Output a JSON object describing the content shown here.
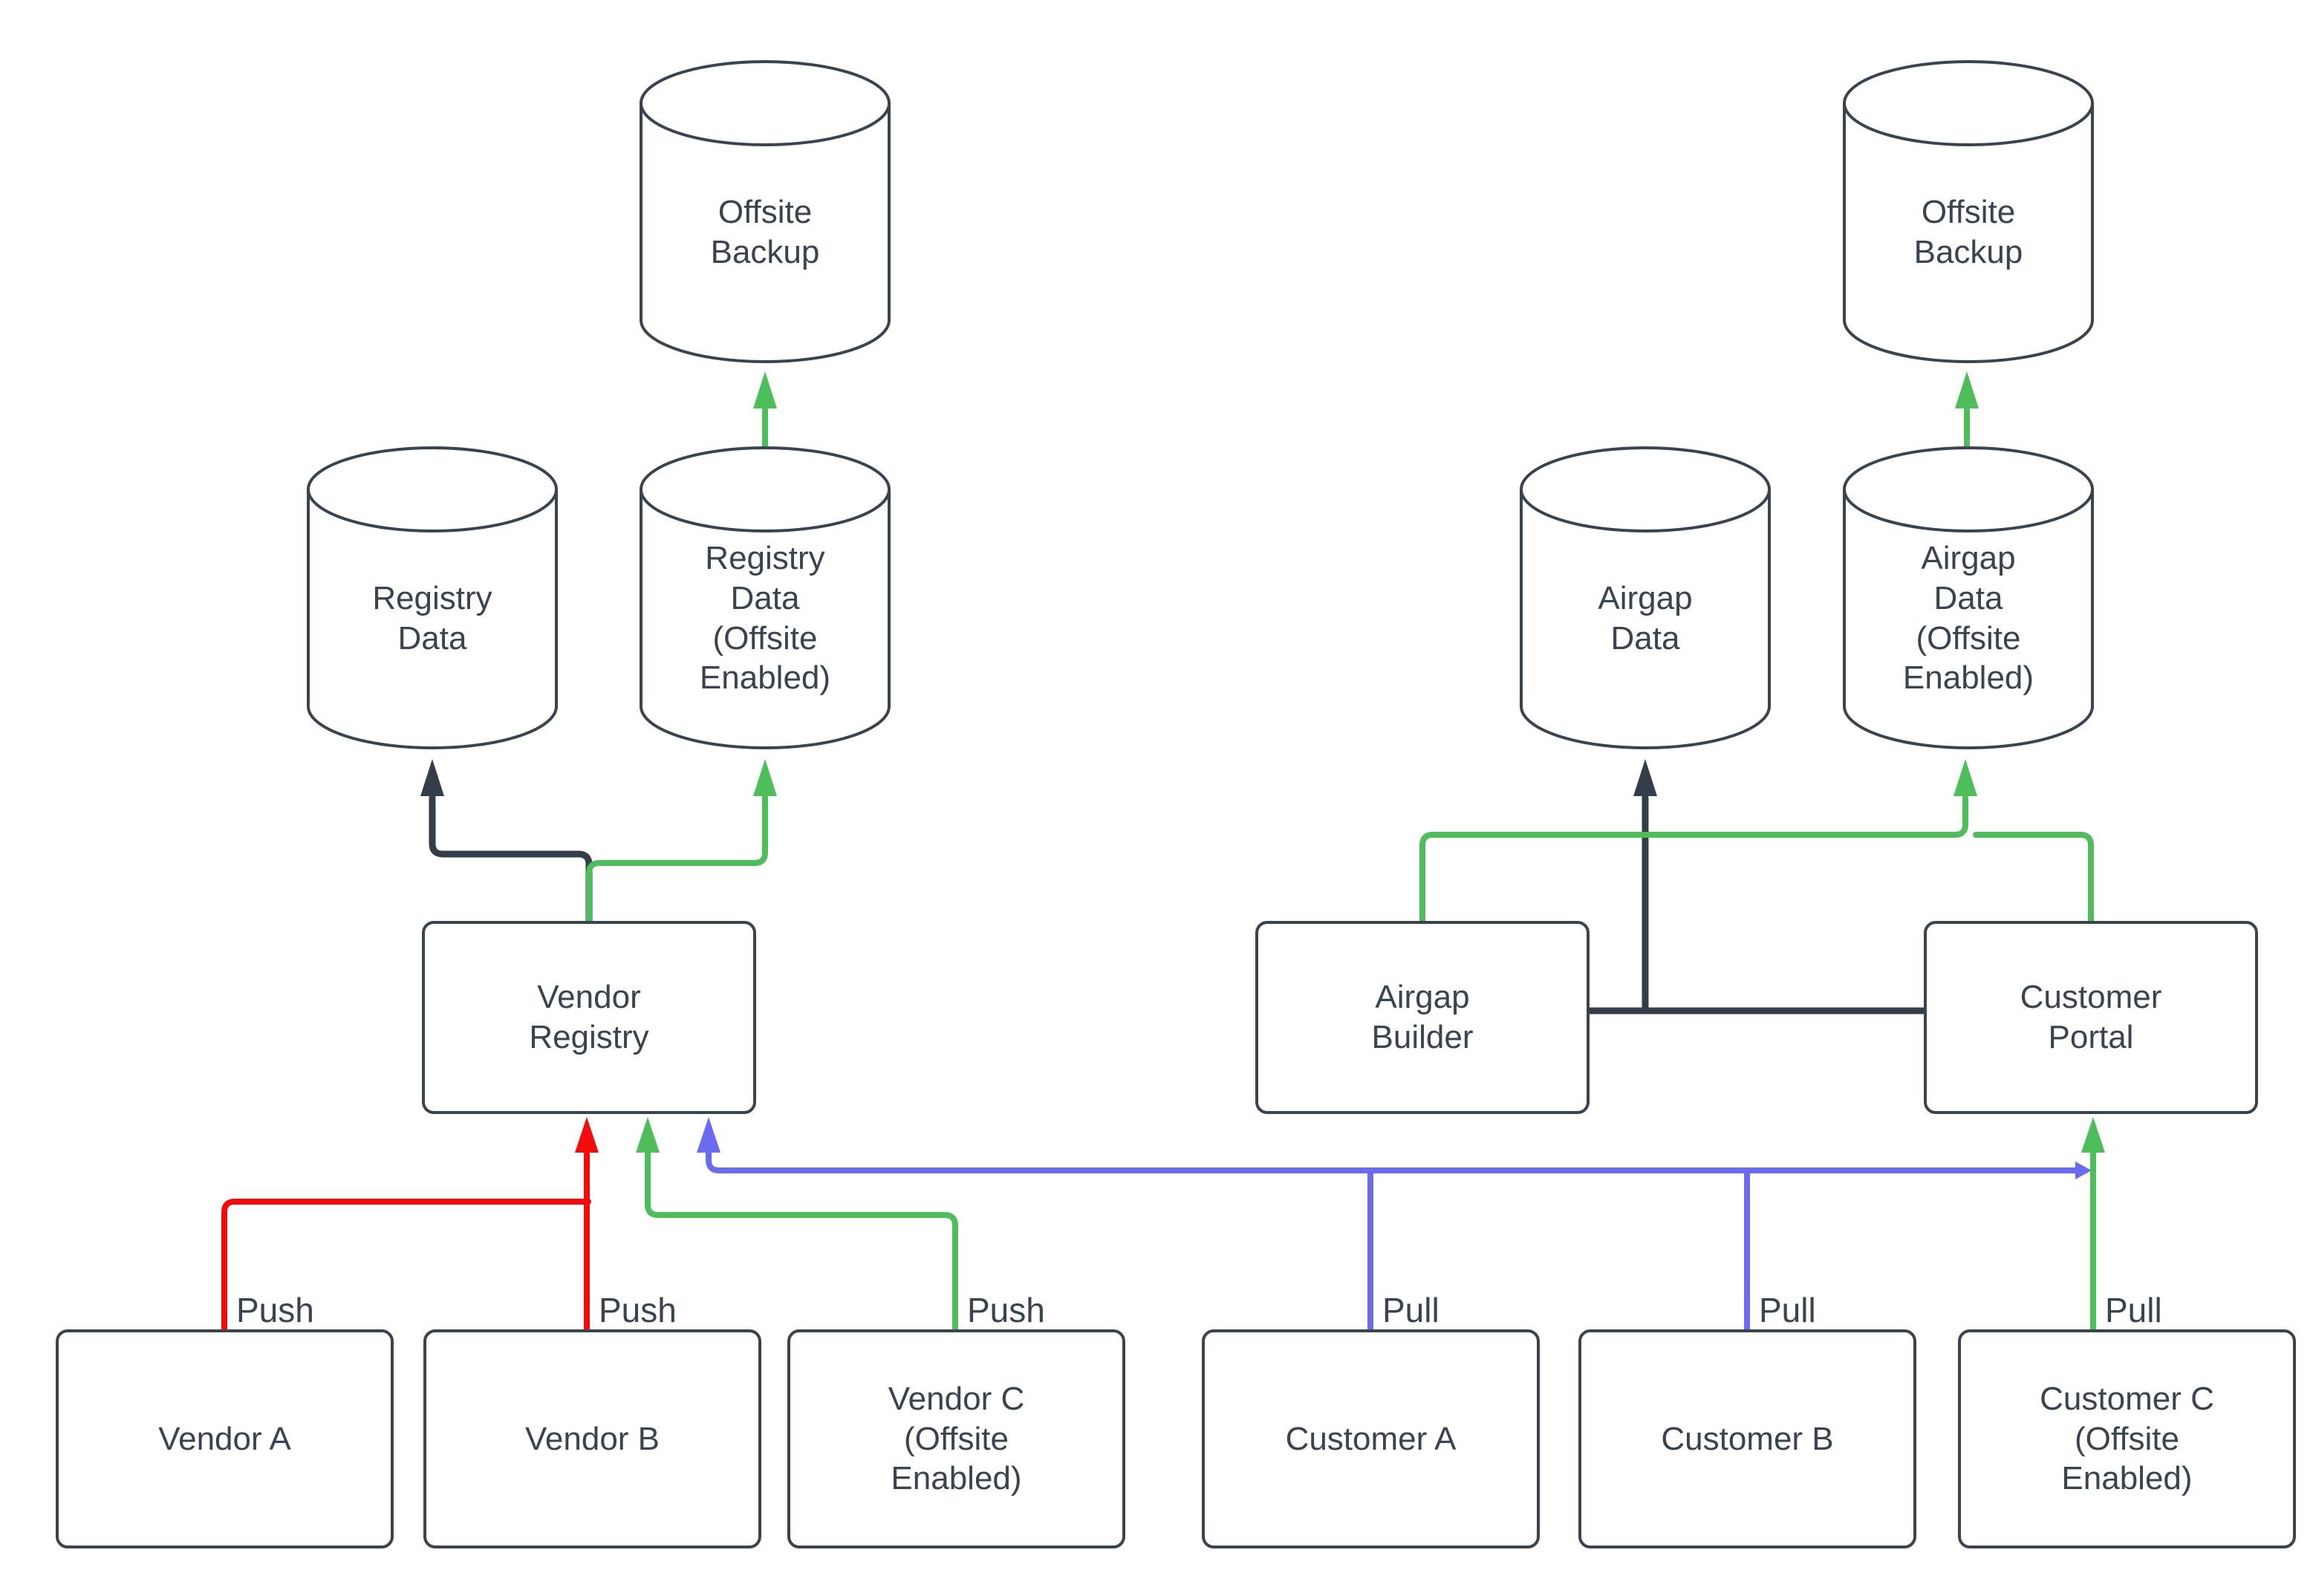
{
  "colors": {
    "canvas": "#ffffff",
    "shape_fill": "#ffffff",
    "dark": "#3a4350",
    "text": "#3a4350",
    "edge_dark": "#343d4a",
    "red": "#f20c0c",
    "green": "#4dbe5a",
    "blue": "#6b6bef"
  },
  "nodes": {
    "offsite_backup_left": "Offsite\nBackup",
    "registry_data": "Registry\nData",
    "registry_data_offsite": "Registry\nData\n(Offsite\nEnabled)",
    "vendor_registry": "Vendor\nRegistry",
    "vendor_a": "Vendor A",
    "vendor_b": "Vendor B",
    "vendor_c": "Vendor C\n(Offsite\nEnabled)",
    "airgap_data": "Airgap\nData",
    "airgap_data_offsite": "Airgap\nData\n(Offsite\nEnabled)",
    "offsite_backup_right": "Offsite\nBackup",
    "airgap_builder": "Airgap\nBuilder",
    "customer_portal": "Customer\nPortal",
    "customer_a": "Customer A",
    "customer_b": "Customer B",
    "customer_c": "Customer C\n(Offsite\nEnabled)"
  },
  "edge_labels": {
    "push_vendor_a": "Push",
    "push_vendor_b": "Push",
    "push_vendor_c": "Push",
    "pull_customer_a": "Pull",
    "pull_customer_b": "Pull",
    "pull_customer_c": "Pull"
  }
}
